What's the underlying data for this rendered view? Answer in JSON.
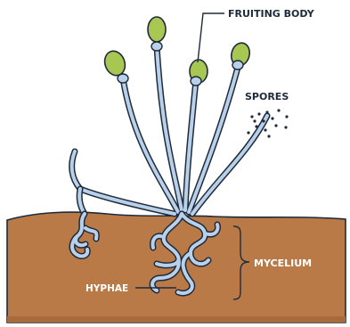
{
  "labels": {
    "fruiting_body": "FRUITING BODY",
    "spores": "SPORES",
    "mycelium": "MYCELIUM",
    "hyphae": "HYPHAE"
  },
  "colors": {
    "soil": "#b97a48",
    "soil_shadow": "#a86b3c",
    "stalk_fill": "#b9d0ea",
    "outline": "#1f2b3a",
    "cap": "#a8c652",
    "cap_shadow": "#7fa03a",
    "background": "#ffffff"
  }
}
